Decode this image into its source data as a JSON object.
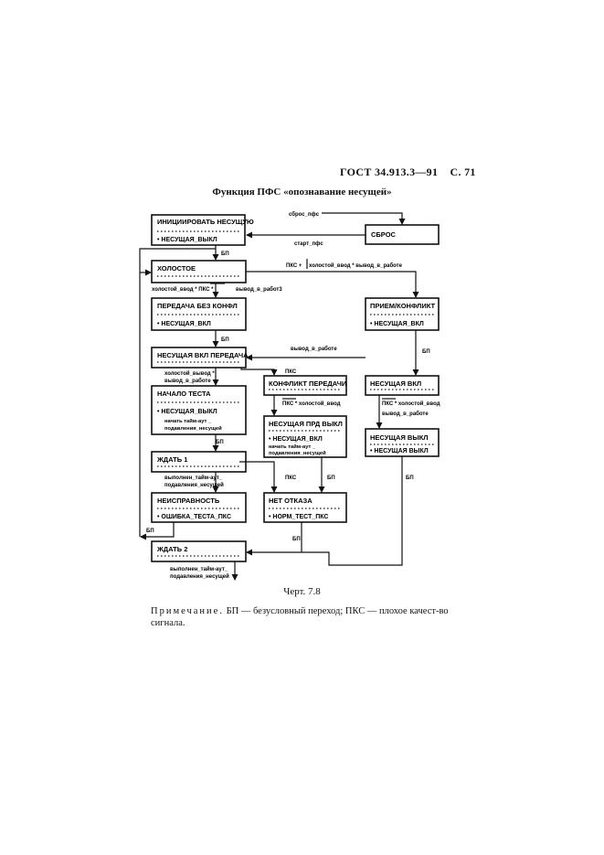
{
  "header": {
    "standard": "ГОСТ 34.913.3—91",
    "page": "С. 71"
  },
  "title": "Функция ПФС «опознавание несущей»",
  "states": {
    "init": {
      "title": "ИНИЦИИРОВАТЬ НЕСУЩУЮ",
      "action": "• НЕСУЩАЯ_ВЫКЛ"
    },
    "reset": {
      "title": "СБРОС"
    },
    "idle": {
      "title": "ХОЛОСТОЕ"
    },
    "tx_no_conf": {
      "title": "ПЕРЕДАЧА БЕЗ КОНФЛ",
      "action": "• НЕСУЩАЯ_ВКЛ"
    },
    "rx_conf": {
      "title": "ПРИЕМ/КОНФЛИКТ",
      "action": "• НЕСУЩАЯ_ВКЛ"
    },
    "carrier_on_tx": {
      "title": "НЕСУЩАЯ ВКЛ ПЕРЕДАЧА"
    },
    "tx_conflict": {
      "title": "КОНФЛИКТ ПЕРЕДАЧИ"
    },
    "carrier_on": {
      "title": "НЕСУЩАЯ ВКЛ"
    },
    "test_start": {
      "title": "НАЧАЛО ТЕСТА",
      "action": "• НЕСУЩАЯ_ВЫКЛ",
      "note1": "начать тайм-аут _",
      "note2": "подавления_несущей"
    },
    "carrier_tx_off": {
      "title": "НЕСУЩАЯ ПРД ВЫКЛ",
      "action": "• НЕСУЩАЯ_ВКЛ",
      "note1": "начать тайм-аут _",
      "note2": "подавления_несущей"
    },
    "carrier_off": {
      "title": "НЕСУЩАЯ ВЫКЛ",
      "action": "• НЕСУЩАЯ ВЫКЛ"
    },
    "wait1": {
      "title": "ЖДАТЬ 1"
    },
    "fault": {
      "title": "НЕИСПРАВНОСТЬ",
      "action": "• ОШИБКА_ТЕСТА_ПКС"
    },
    "no_fault": {
      "title": "НЕТ ОТКАЗА",
      "action": "• НОРМ_ТЕСТ_ПКС"
    },
    "wait2": {
      "title": "ЖДАТЬ 2"
    }
  },
  "labels": {
    "reset_pfs": "сброс_пфс",
    "start_pfs": "старт_пфс",
    "bp1": "БП",
    "pks_idle": "ПКС +",
    "idle_input_output": "холостой_ввод * вывод_в_работе",
    "idle_input_not_pks_a": "холостой_ввод * ",
    "idle_input_not_pks_b": "ПКС",
    "idle_input_not_pks_c": " *",
    "output_work3": "вывод_в_работ3",
    "bp2": "БП",
    "bp3": "БП",
    "output_in_work": "вывод_в_работе",
    "idle_output_1": "холостой_вывод *",
    "idle_output_2": "вывод_в_работе",
    "pks1": "ПКС",
    "not_pks_idle_input_1a": "ПКС",
    "not_pks_idle_input_1b": " * холостой_ввод",
    "not_pks_idle_input_2a": "ПКС",
    "not_pks_idle_input_2b": " * холостой_ввод",
    "output_in_work_2": "вывод_в_работе",
    "bp4": "БП",
    "timeout_done_1": "выполнен_тайм-аут_",
    "timeout_done_2": "подавления_несущей",
    "pks2": "ПКС",
    "bp5": "БП",
    "bp6": "БП",
    "bp7": "БП",
    "bp8": "БП",
    "timeout_done_3": "выполнен_тайм-аут_",
    "timeout_done_4": "подавления_несущей"
  },
  "caption": "Черт. 7.8",
  "note": {
    "head": "Примечание.",
    "text": " БП — безусловный переход; ПКС — плохое качест-во сигнала."
  }
}
